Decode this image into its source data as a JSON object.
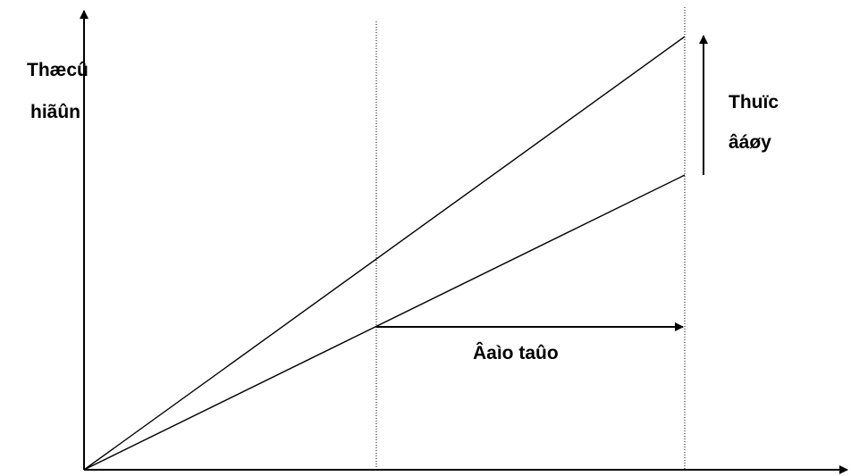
{
  "diagram": {
    "y_axis_label_line1": "Thæcû",
    "y_axis_label_line2": "hiãûn",
    "vertical_arrow_label_line1": "Thuïc",
    "vertical_arrow_label_line2": "âáøy",
    "horizontal_arrow_label": "Âaìo taûo",
    "colors": {
      "line": "#000000",
      "background": "#ffffff"
    }
  }
}
